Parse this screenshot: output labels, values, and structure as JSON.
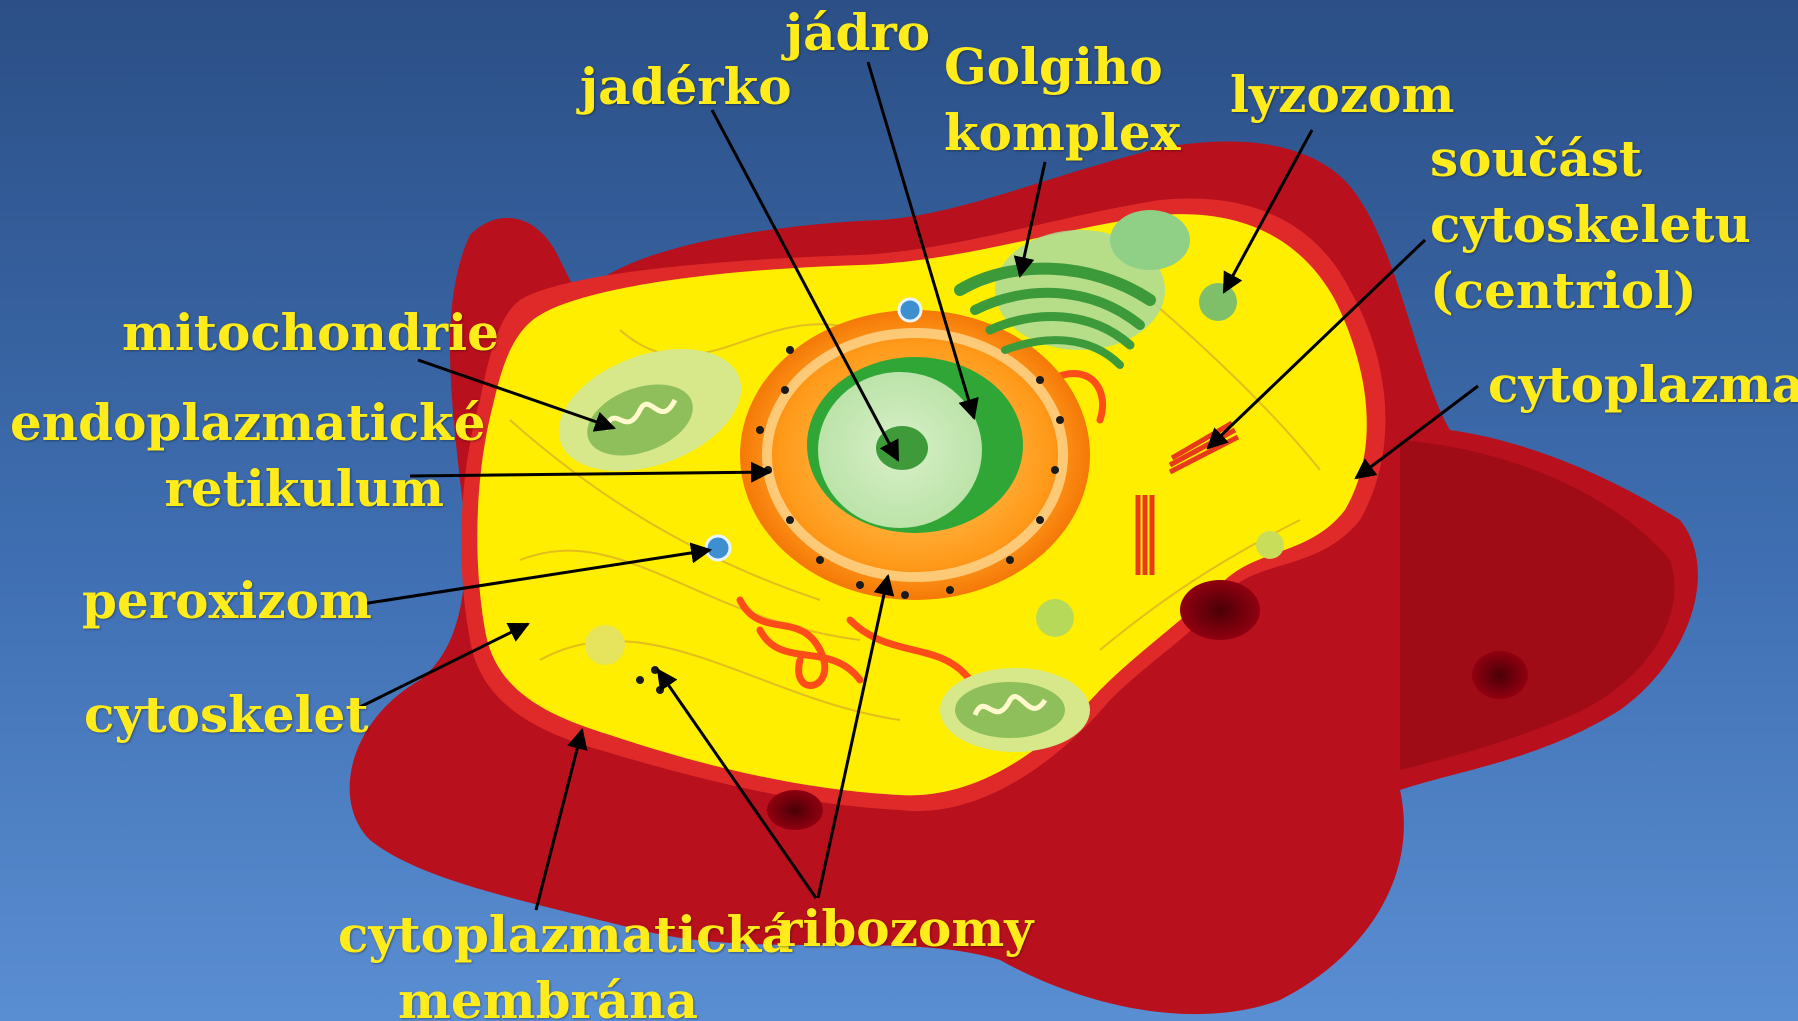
{
  "colors": {
    "label": "#ffec1a",
    "membrane_outer": "#b8101c",
    "cytoplasm": "#ffee00",
    "arrow": "#000000"
  },
  "labels": {
    "jadro": "jádro",
    "jaderko": "jadérko",
    "golgi_line1": "Golgiho",
    "golgi_line2": "komplex",
    "lyzozom": "lyzozom",
    "centriol_line1": "součást",
    "centriol_line2": "cytoskeletu",
    "centriol_line3": "(centriol)",
    "mitochondrie": "mitochondrie",
    "er_line1": "endoplazmatické",
    "er_line2": "retikulum",
    "cytoplazma": "cytoplazma",
    "peroxizom": "peroxizom",
    "cytoskelet": "cytoskelet",
    "membrana_line1": "cytoplazmatická",
    "membrana_line2": "membrána",
    "ribozomy": "ribozomy"
  }
}
